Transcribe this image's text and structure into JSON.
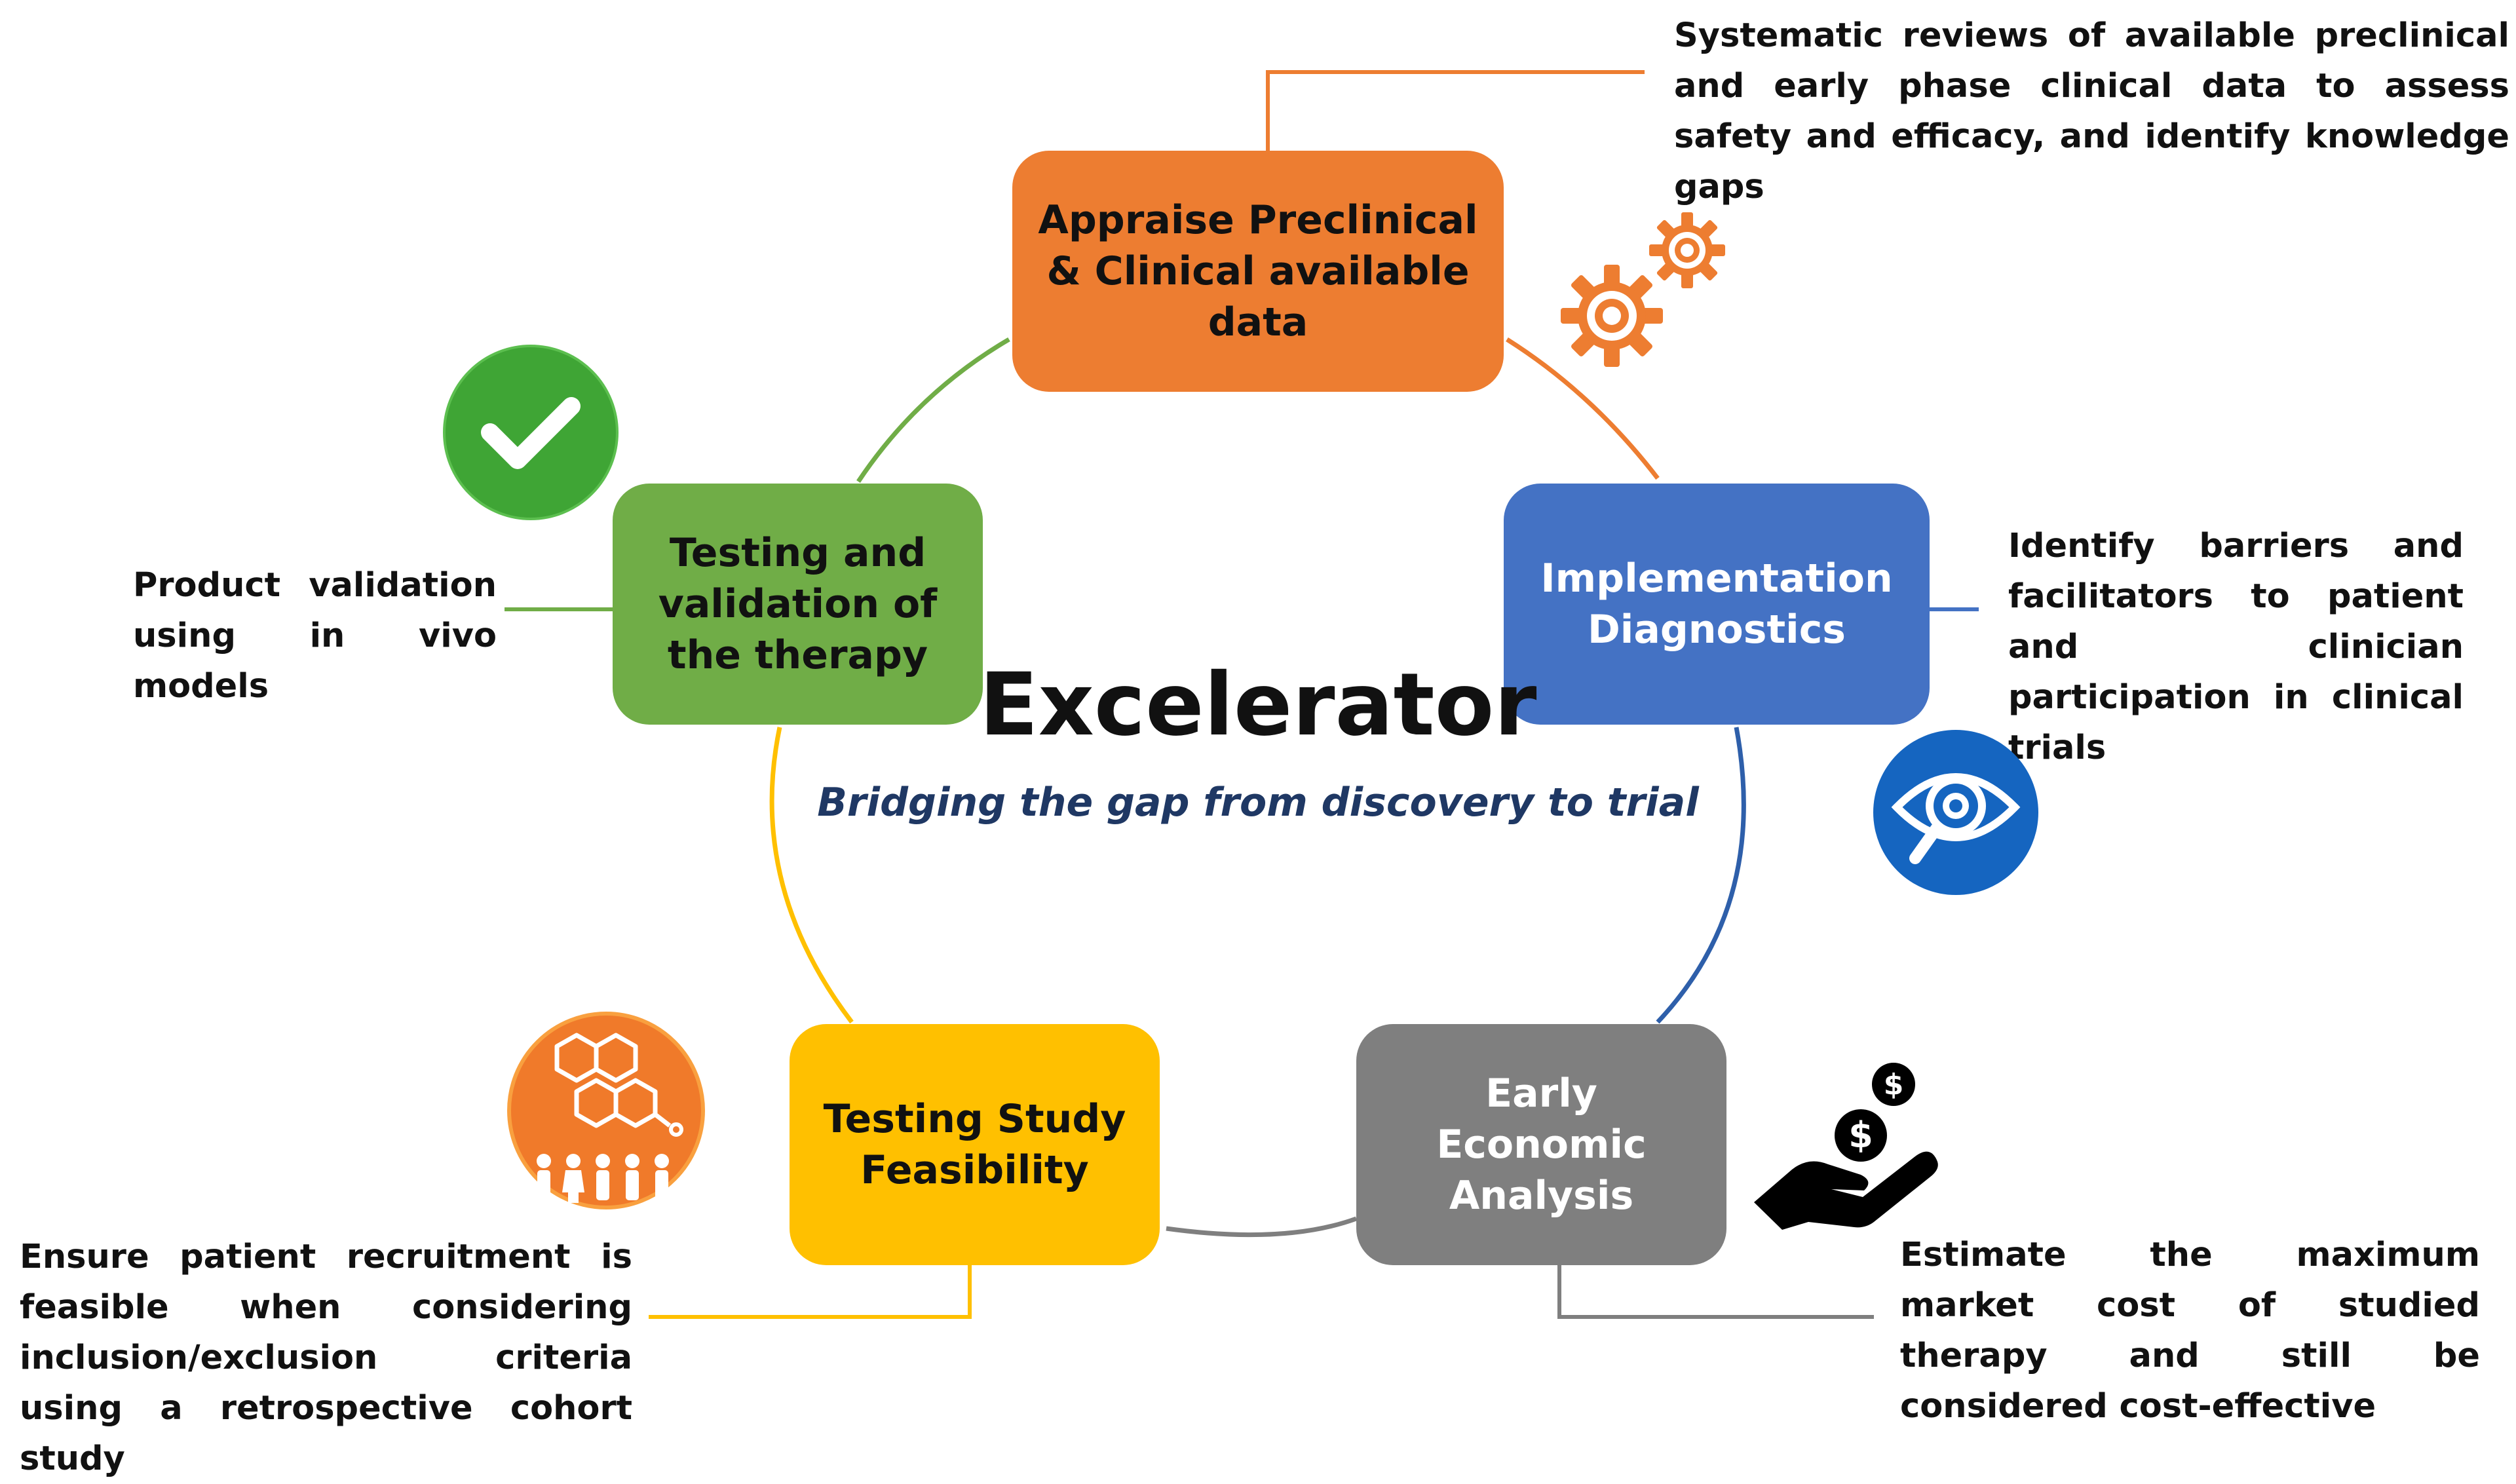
{
  "title": "Excelerator",
  "subtitle": "Bridging the gap from discovery to trial",
  "colors": {
    "orange": "#ED7D31",
    "blue": "#4472C4",
    "gray": "#7F7F7F",
    "yellow": "#FFC000",
    "green": "#70AD47",
    "subtitle": "#1F3864"
  },
  "nodes": [
    {
      "id": "appraise",
      "label": "Appraise Preclinical & Clinical available data",
      "color": "#ED7D31",
      "text_color": "#111111"
    },
    {
      "id": "implementation",
      "label": "Implementation Diagnostics",
      "color": "#4472C4",
      "text_color": "#ffffff"
    },
    {
      "id": "economic",
      "label": "Early Economic Analysis",
      "color": "#7F7F7F",
      "text_color": "#ffffff"
    },
    {
      "id": "feasibility",
      "label": "Testing Study Feasibility",
      "color": "#FFC000",
      "text_color": "#111111"
    },
    {
      "id": "validation",
      "label": "Testing and validation of the therapy",
      "color": "#70AD47",
      "text_color": "#111111"
    }
  ],
  "notes": {
    "appraise": "Systematic reviews of available preclinical and early phase clinical data to assess safety and efficacy, and identify knowledge gaps",
    "implementation": "Identify barriers and facilitators to patient and clinician participation in clinical trials",
    "economic": "Estimate the maximum market cost of studied therapy and still be considered cost-effective",
    "feasibility": "Ensure patient recruitment is feasible when considering inclusion/exclusion criteria using a retrospective cohort study",
    "validation": "Product validation using in vivo models"
  },
  "icons": [
    "gears-icon",
    "eye-magnifier-icon",
    "money-hand-icon",
    "molecule-people-icon",
    "checkmark-icon"
  ]
}
